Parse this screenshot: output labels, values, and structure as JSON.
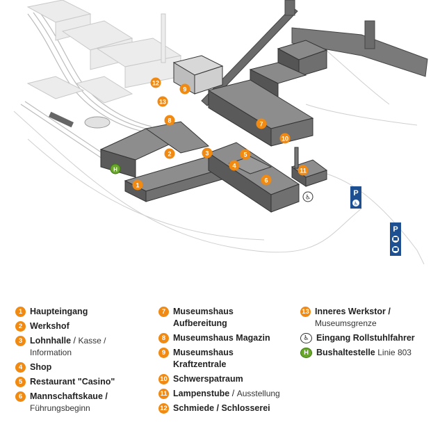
{
  "map": {
    "markers": [
      {
        "n": "1"
      },
      {
        "n": "2"
      },
      {
        "n": "3"
      },
      {
        "n": "4"
      },
      {
        "n": "5"
      },
      {
        "n": "6"
      },
      {
        "n": "8"
      },
      {
        "n": "9"
      },
      {
        "n": "10"
      },
      {
        "n": "11"
      },
      {
        "n": "12"
      },
      {
        "n": "13"
      },
      {
        "n": "7"
      }
    ],
    "parking_label": "P",
    "bus_label": "H"
  },
  "legend": {
    "col1": [
      {
        "num": "1",
        "title": "Haupteingang",
        "sub": ""
      },
      {
        "num": "2",
        "title": "Werkshof",
        "sub": ""
      },
      {
        "num": "3",
        "title": "Lohnhalle",
        "sep": " / ",
        "sub": "Kasse /",
        "sub2": "Information"
      },
      {
        "num": "4",
        "title": "Shop",
        "sub": ""
      },
      {
        "num": "5",
        "title": "Restaurant \"Casino\"",
        "sub": ""
      },
      {
        "num": "6",
        "title": "Mannschaftskaue /",
        "sub2": "Führungsbeginn"
      }
    ],
    "col2": [
      {
        "num": "7",
        "title": "Museumshaus",
        "title2": "Aufbereitung"
      },
      {
        "num": "8",
        "title": "Museumshaus Magazin"
      },
      {
        "num": "9",
        "title": "Museumshaus",
        "title2": "Kraftzentrale"
      },
      {
        "num": "10",
        "title": "Schwerspatraum"
      },
      {
        "num": "11",
        "title": "Lampenstube",
        "sep": " / ",
        "sub": "Ausstellung"
      },
      {
        "num": "12",
        "title": "Schmiede / Schlosserei"
      }
    ],
    "col3": [
      {
        "num": "13",
        "title": "Inneres Werkstor /",
        "sub2": "Museumsgrenze"
      },
      {
        "num": "♿",
        "kind": "wc",
        "title": "Eingang Rollstuhlfahrer"
      },
      {
        "num": "H",
        "kind": "bus",
        "title": "Bushaltestelle",
        "sub": "Linie 803"
      }
    ]
  }
}
